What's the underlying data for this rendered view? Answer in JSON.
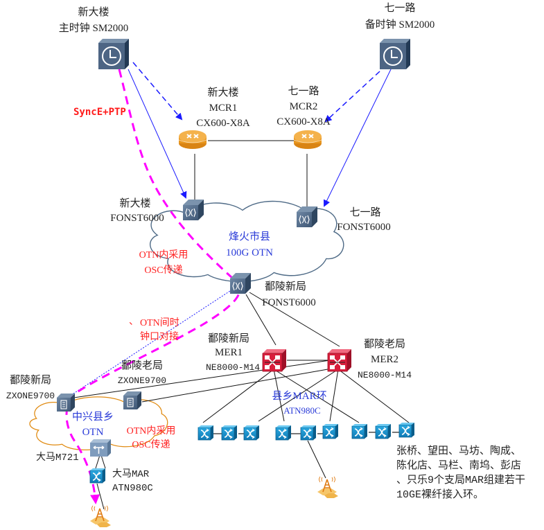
{
  "diagram": {
    "colors": {
      "sync_path": "#ff00ff",
      "clock_link": "#1a1aff",
      "otn_cloud_fiberhome": "#4e6a86",
      "otn_cloud_zte": "#e08a10",
      "router_mcr": "#f0a030",
      "router_mer": "#d81e3c",
      "mar_node": "#1890c8"
    },
    "nodes": {
      "primary_clock": {
        "site": "新大楼",
        "name": "主时钟 SM2000",
        "icon": "clock-icon"
      },
      "backup_clock": {
        "site": "七一路",
        "name": "备时钟 SM2000",
        "icon": "clock-icon"
      },
      "mcr1": {
        "site": "新大楼",
        "name": "MCR1",
        "model": "CX600-X8A",
        "icon": "router-icon"
      },
      "mcr2": {
        "site": "七一路",
        "name": "MCR2",
        "model": "CX600-X8A",
        "icon": "router-icon"
      },
      "fonst_xindalou": {
        "site": "新大楼",
        "model": "FONST6000",
        "icon": "otn-switch-icon"
      },
      "fonst_qiyilu": {
        "site": "七一路",
        "model": "FONST6000",
        "icon": "otn-switch-icon"
      },
      "fonst_poling_new": {
        "site": "鄱陵新局",
        "model": "FONST6000",
        "icon": "otn-switch-icon"
      },
      "mer1": {
        "site": "鄱陵新局",
        "name": "MER1",
        "model": "NE8000-M14",
        "icon": "core-router-icon"
      },
      "mer2": {
        "site": "鄱陵老局",
        "name": "MER2",
        "model": "NE8000-M14",
        "icon": "core-router-icon"
      },
      "zxone_new": {
        "site": "鄱陵新局",
        "model": "ZXONE9700",
        "icon": "zte-otn-icon"
      },
      "zxone_old": {
        "site": "鄱陵老局",
        "model": "ZXONE9700",
        "icon": "zte-otn-icon"
      },
      "dama_m721": {
        "name": "大马M721",
        "icon": "m721-icon"
      },
      "dama_mar": {
        "name": "大马MAR",
        "model": "ATN980C",
        "icon": "mar-icon"
      }
    },
    "clouds": {
      "fiberhome": {
        "line1": "烽火市县",
        "line2": "100G OTN"
      },
      "zte": {
        "line1": "中兴县乡",
        "line2": "OTN"
      }
    },
    "annotations": {
      "sync_protocol": "SyncE+PTP",
      "osc_fiberhome_line1": "OTN内采用",
      "osc_fiberhome_line2": "OSC传递",
      "interconnect_mark": "、",
      "interconnect_line1": "OTN间时",
      "interconnect_line2": "钟口对接",
      "osc_zte_line1": "OTN内采用",
      "osc_zte_line2": "OSC传递",
      "mar_ring_line1": "县乡MAR环",
      "mar_ring_line2": "ATN980C",
      "branch_note": [
        "张桥、望田、马坊、陶成、",
        "陈化店、马栏、南坞、彭店",
        "、只乐9个支局MAR组建若干",
        "10GE裸纤接入环。"
      ]
    },
    "mar_ring_nodes": [
      {
        "id": "mar-1"
      },
      {
        "id": "mar-2"
      },
      {
        "id": "mar-3"
      },
      {
        "id": "mar-4"
      },
      {
        "id": "mar-5"
      },
      {
        "id": "mar-6"
      },
      {
        "id": "mar-7"
      },
      {
        "id": "mar-8"
      },
      {
        "id": "mar-9"
      }
    ],
    "base_stations": [
      {
        "id": "bs-dama"
      },
      {
        "id": "bs-ring"
      }
    ]
  }
}
